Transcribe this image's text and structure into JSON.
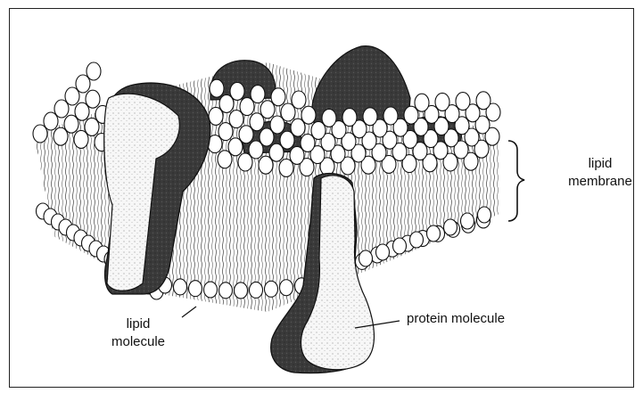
{
  "labels": {
    "membrane": [
      "lipid",
      "membrane"
    ],
    "lipid_molecule": [
      "lipid",
      "molecule"
    ],
    "protein_molecule": "protein molecule"
  },
  "colors": {
    "ink": "#111111",
    "protein_dark": "#2e2e2e",
    "protein_light": "#f4f4f4",
    "lipid_head": "#ffffff",
    "background": "#ffffff"
  }
}
